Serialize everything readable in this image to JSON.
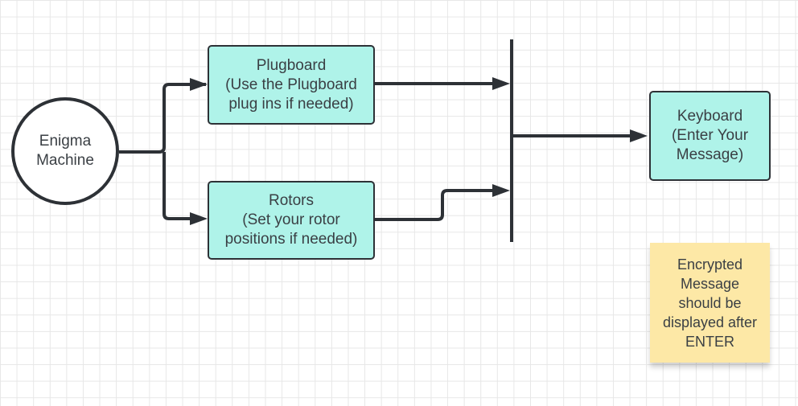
{
  "colors": {
    "process_fill": "#aff3e9",
    "stroke": "#2d3136",
    "sticky_fill": "#fde8a6",
    "text": "#3a3f44"
  },
  "nodes": {
    "start": {
      "label": "Enigma\nMachine"
    },
    "plugboard": {
      "label": "Plugboard\n(Use the Plugboard\nplug ins if needed)"
    },
    "rotors": {
      "label": "Rotors\n(Set your rotor\npositions if needed)"
    },
    "keyboard": {
      "label": "Keyboard\n(Enter Your\nMessage)"
    }
  },
  "note": {
    "text": "Encrypted\nMessage\nshould be\ndisplayed after\nENTER"
  }
}
